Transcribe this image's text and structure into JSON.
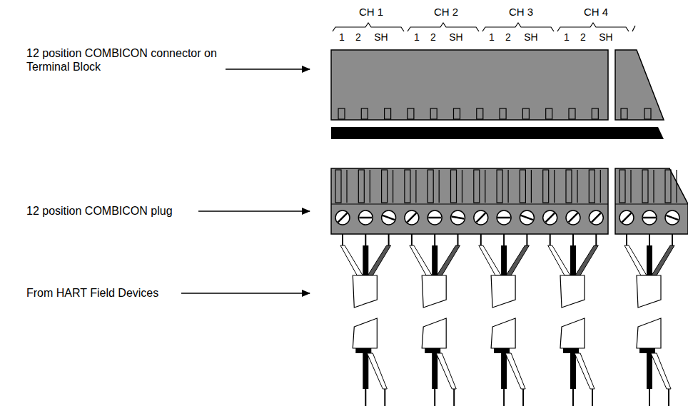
{
  "diagram": {
    "labels": [
      "12 position COMBICON connector on Terminal Block",
      "12 position COMBICON plug",
      "From HART Field Devices",
      "CH 1",
      "CH 2",
      "CH 3",
      "CH 4",
      "1",
      "2",
      "SH",
      "1",
      "2",
      "SH",
      "1",
      "2",
      "SH",
      "1",
      "2",
      "SH"
    ]
  }
}
